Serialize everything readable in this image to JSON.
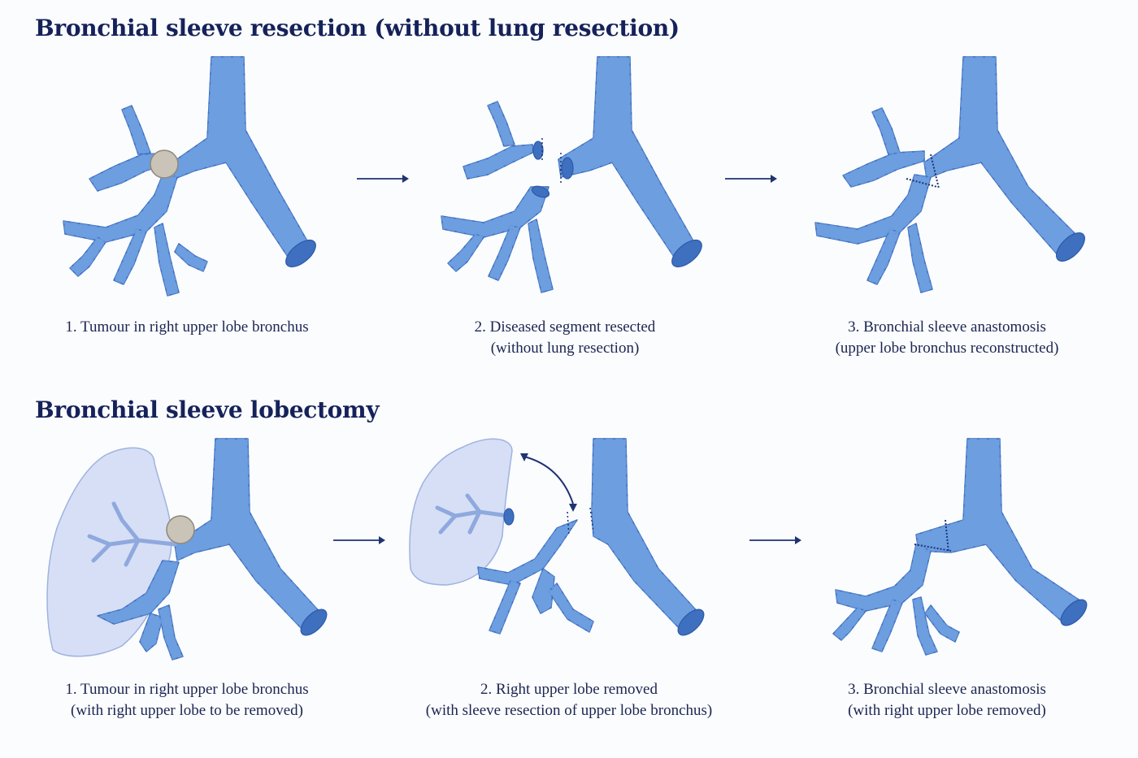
{
  "sections": [
    {
      "title": "Bronchial sleeve resection (without lung resection)",
      "steps": [
        {
          "line1": "1. Tumour in right upper lobe bronchus",
          "line2": ""
        },
        {
          "line1": "2. Diseased segment resected",
          "line2": "(without lung resection)"
        },
        {
          "line1": "3. Bronchial sleeve anastomosis",
          "line2": "(upper lobe bronchus reconstructed)"
        }
      ]
    },
    {
      "title": "Bronchial sleeve lobectomy",
      "steps": [
        {
          "line1": "1. Tumour in right upper lobe bronchus",
          "line2": "(with right upper lobe to be removed)"
        },
        {
          "line1": "2. Right upper lobe removed",
          "line2": "(with sleeve resection of upper lobe bronchus)"
        },
        {
          "line1": "3. Bronchial sleeve anastomosis",
          "line2": "(with right upper lobe removed)"
        }
      ]
    }
  ],
  "colors": {
    "bronchus": "#6c9ee0",
    "bronchus_dark": "#3f6fbf",
    "ring": "#bcd5f5",
    "lung": "#c9d6f2",
    "tumour": "#c9c3b8",
    "text": "#1b2550",
    "arrow": "#1f3373"
  }
}
